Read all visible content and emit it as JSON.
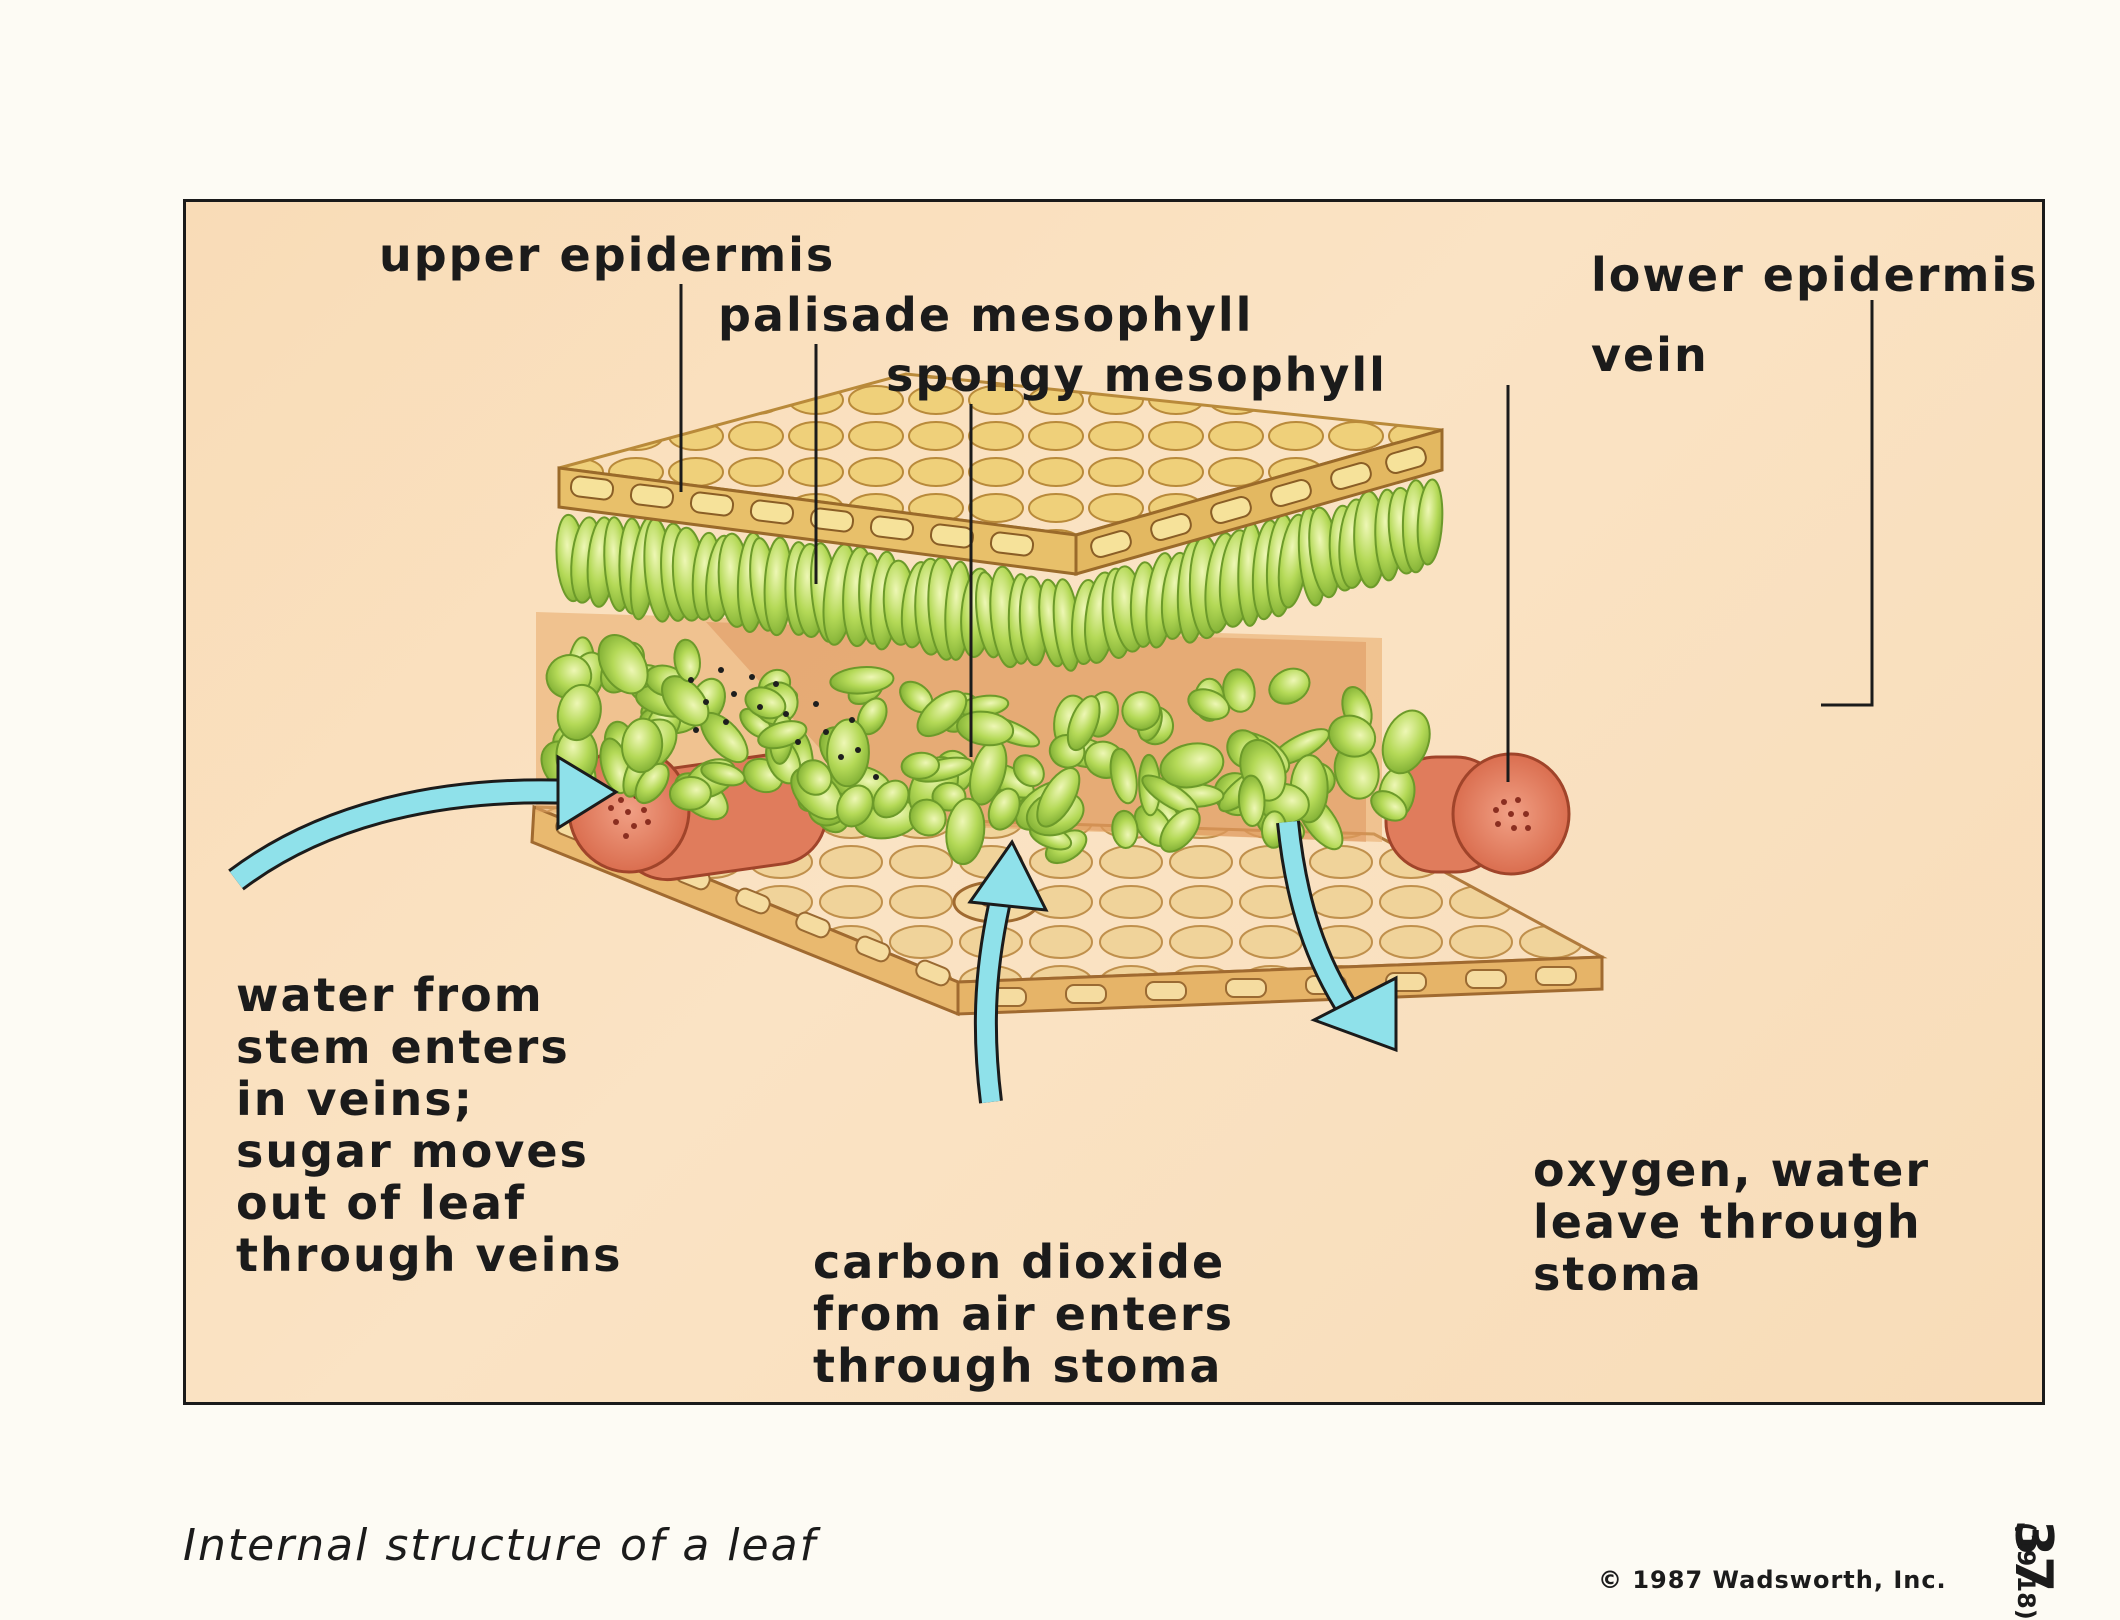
{
  "diagram": {
    "labels": {
      "upper_epidermis": "upper epidermis",
      "palisade_mesophyll": "palisade mesophyll",
      "spongy_mesophyll": "spongy mesophyll",
      "lower_epidermis": "lower epidermis",
      "vein": "vein"
    },
    "annotations": {
      "water_sugar": [
        "water from",
        "stem enters",
        "in veins;",
        "sugar moves",
        "out of leaf",
        "through veins"
      ],
      "carbon_dioxide": [
        "carbon dioxide",
        "from air enters",
        "through stoma"
      ],
      "oxygen_water": [
        "oxygen, water",
        "leave through",
        "stoma"
      ]
    }
  },
  "caption": "Internal structure of a leaf",
  "copyright": "© 1987 Wadsworth, Inc.",
  "plate_number": "37",
  "figure_ref": "(19.18)",
  "colors": {
    "background": "#f9dcb7",
    "cell_green": "#a7d24a",
    "epidermis_tan": "#e6b871",
    "vein": "#e5835f",
    "arrow": "#8fe1ea",
    "line": "#1b1b1b"
  }
}
